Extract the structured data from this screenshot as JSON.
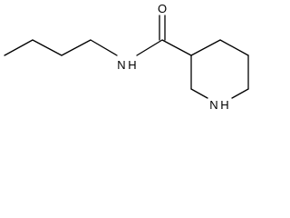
{
  "molecule": {
    "atom_labels": {
      "oxygen": "O",
      "amide_nh": "N H",
      "ring_nh": "N H"
    }
  },
  "colors": {
    "bond": "#000000",
    "background": "#ffffff"
  }
}
